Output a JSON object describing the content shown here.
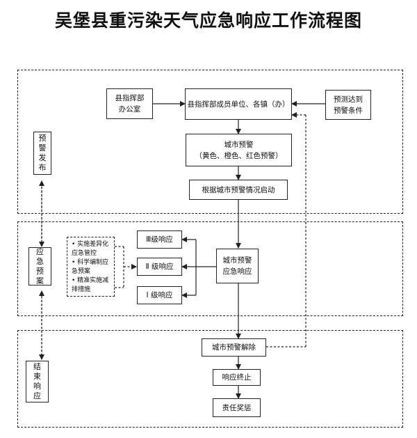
{
  "title": "吴堡县重污染天气应急响应工作流程图",
  "nodes": {
    "office": "县指挥部\n办公室",
    "members": "县指挥部成员单位、各镇（办）",
    "forecast": "预测达到\n预警条件",
    "city_warning": "城市预警\n（黄色、橙色、红色预警）",
    "start_by_level": "根据城市预警情况启动",
    "warning_release": "预\n警\n发\n布",
    "emergency_plan": "应\n急\n预\n案",
    "end_response_side": "结\n束\n响\n应",
    "measures": "• 实施差异化\n  应急管控\n• 科学编制应\n  急预案\n• 精准实施减\n  排措施",
    "level3": "Ⅲ级响应",
    "level2": "Ⅱ 级响应",
    "level1": "Ⅰ 级响应",
    "city_response": "城市预警\n应急响应",
    "lift": "城市预警解除",
    "terminate": "响应终止",
    "reward": "责任奖惩"
  }
}
